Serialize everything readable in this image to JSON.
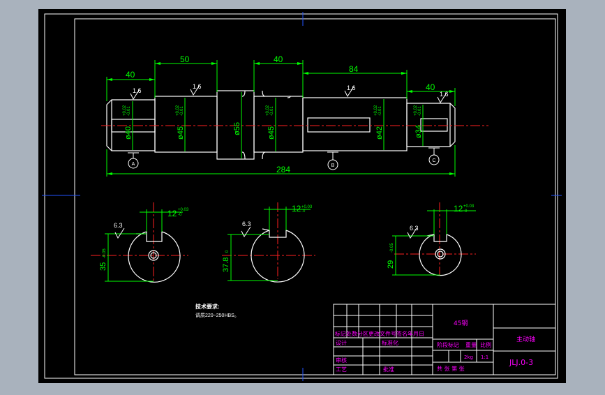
{
  "colors": {
    "background": "#a9b2bd",
    "paper": "#000000",
    "outline": "#ffffff",
    "dimension": "#00ff00",
    "centerline": "#ff2020",
    "title_text": "#ff00ff",
    "frame_tick": "#0000ff"
  },
  "main_view": {
    "dims_top": [
      "40",
      "50",
      "40",
      "84",
      "40"
    ],
    "dim_total": "284",
    "diameters": [
      "ø40",
      "ø45",
      "ø55",
      "ø45",
      "ø42",
      "ø34"
    ],
    "tolerance_upper": "+0.02",
    "tolerance_lower": "-0.01",
    "roughness": [
      "1.6",
      "1.6",
      "1.6",
      "1.6"
    ],
    "datums": [
      "A",
      "B",
      "C"
    ]
  },
  "sections": [
    {
      "keyway_width": "12",
      "keyway_tol_upper": "+0.03",
      "keyway_tol_lower": "-0",
      "depth": "35",
      "depth_tol": "-0.05",
      "roughness": "6.3"
    },
    {
      "keyway_width": "12",
      "keyway_tol_upper": "+0.03",
      "keyway_tol_lower": "-0",
      "depth": "37.8",
      "depth_tol": "0",
      "roughness": "6.3"
    },
    {
      "keyway_width": "12",
      "keyway_tol_upper": "+0.03",
      "keyway_tol_lower": "-0",
      "depth": "29",
      "depth_tol": "-0.05",
      "roughness": "6.3"
    }
  ],
  "notes": {
    "title": "技术要求:",
    "line1": "调质220~250HBS。"
  },
  "title_block": {
    "material": "45钢",
    "part_name": "主动轴",
    "drawing_no": "JLJ.0-3",
    "row_revision": "标记处数分区更改文件号签名年月日",
    "design": "设计",
    "standardize": "标准化",
    "review": "审核",
    "process": "工艺",
    "approve": "批准",
    "stage_mark": "阶段标记",
    "weight": "重量",
    "scale": "比例",
    "weight_value": "2kg",
    "scale_value": "1:1",
    "sheets": "共 张 第 张"
  }
}
